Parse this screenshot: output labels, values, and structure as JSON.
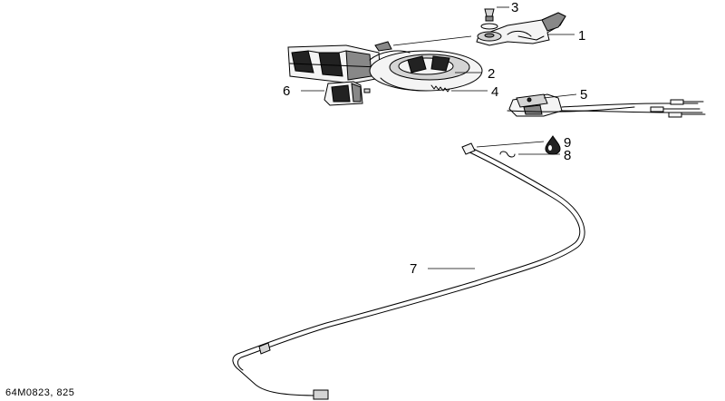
{
  "reference_code": "64M0823, 825",
  "callouts": [
    {
      "id": "1",
      "label": "1"
    },
    {
      "id": "2",
      "label": "2"
    },
    {
      "id": "3",
      "label": "3"
    },
    {
      "id": "4",
      "label": "4"
    },
    {
      "id": "5",
      "label": "5"
    },
    {
      "id": "6",
      "label": "6"
    },
    {
      "id": "7",
      "label": "7"
    },
    {
      "id": "8",
      "label": "8"
    },
    {
      "id": "9",
      "label": "9"
    }
  ],
  "colors": {
    "line": "#000000",
    "background": "#ffffff",
    "shade_dark": "#222222",
    "shade_mid": "#888888",
    "shade_light": "#d4d4d4"
  }
}
